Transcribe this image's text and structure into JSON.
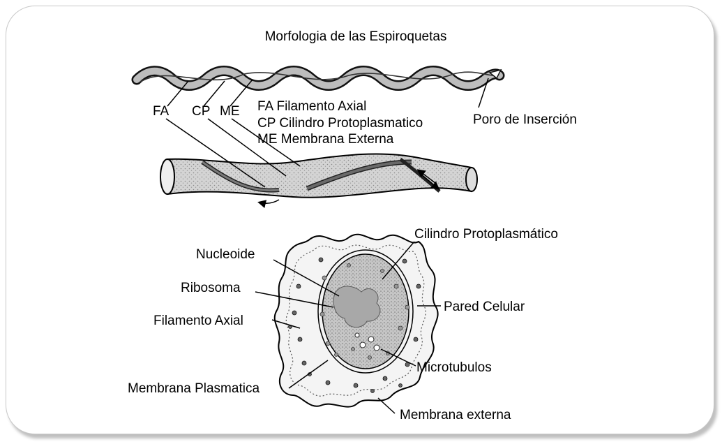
{
  "title": "Morfologia de las Espiroquetas",
  "spiral": {
    "short_labels": {
      "fa": "FA",
      "cp": "CP",
      "me": "ME"
    },
    "legend": [
      "FA Filamento Axial",
      "CP Cilindro Protoplasmatico",
      "ME Membrana Externa"
    ],
    "pore_label": "Poro de Inserción"
  },
  "cross_section": {
    "labels": {
      "cilindro": "Cilindro Protoplasmático",
      "nucleoide": "Nucleoide",
      "ribosoma": "Ribosoma",
      "pared": "Pared Celular",
      "filamento": "Filamento Axial",
      "microtubulos": "Microtubulos",
      "membrana_plasmatica": "Membrana Plasmatica",
      "membrana_externa": "Membrana externa"
    }
  }
}
